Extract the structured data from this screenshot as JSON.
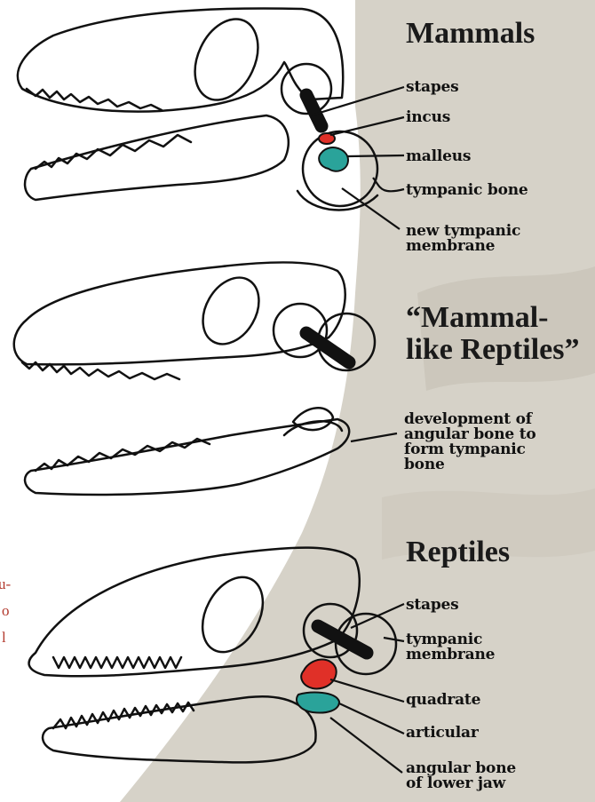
{
  "colors": {
    "rock": "#d6d2c8",
    "red_bone": "#e03028",
    "teal_bone": "#2aa39a",
    "ink": "#111111",
    "side_text": "#b2382c"
  },
  "headers": {
    "mammals": "Mammals",
    "mammal_like_line1": "“Mammal-",
    "mammal_like_line2": "like Reptiles”",
    "reptiles": "Reptiles"
  },
  "mammal_labels": {
    "stapes": "stapes",
    "incus": "incus",
    "malleus": "malleus",
    "tympanic_bone": "tympanic bone",
    "new_membrane_line1": "new tympanic",
    "new_membrane_line2": "membrane"
  },
  "mlr_labels": {
    "line1": "development of",
    "line2": "angular bone to",
    "line3": "form tympanic",
    "line4": "bone"
  },
  "reptile_labels": {
    "stapes": "stapes",
    "membrane_line1": "tympanic",
    "membrane_line2": "membrane",
    "quadrate": "quadrate",
    "articular": "articular",
    "angular_line1": "angular bone",
    "angular_line2": "of lower jaw"
  },
  "side_text": {
    "line1": "u-",
    "line2": "o",
    "line3": "l"
  }
}
